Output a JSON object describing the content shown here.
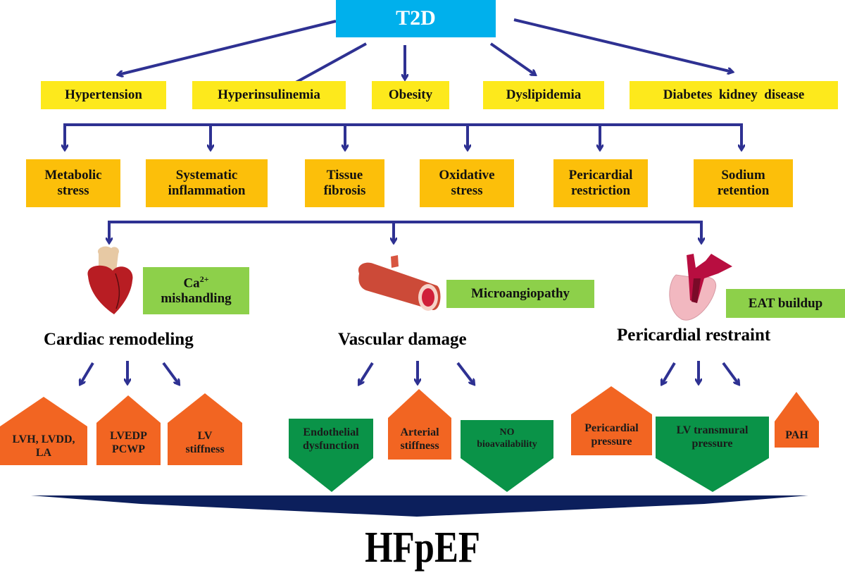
{
  "root": {
    "label": "T2D"
  },
  "comorbidities": [
    {
      "label": "Hypertension"
    },
    {
      "label": "Hyperinsulinemia"
    },
    {
      "label": "Obesity"
    },
    {
      "label": "Dyslipidemia"
    },
    {
      "label": "Diabetes  kidney  disease"
    }
  ],
  "mechanisms": [
    {
      "line1": "Metabolic",
      "line2": "stress"
    },
    {
      "line1": "Systematic",
      "line2": "inflammation"
    },
    {
      "line1": "Tissue",
      "line2": "fibrosis"
    },
    {
      "line1": "Oxidative",
      "line2": "stress"
    },
    {
      "line1": "Pericardial",
      "line2": "restriction"
    },
    {
      "line1": "Sodium",
      "line2": "retention"
    }
  ],
  "pathways": [
    {
      "title": "Cardiac remodeling",
      "icon": "heart-icon",
      "tag": {
        "base": "Ca",
        "sup": "2+",
        "line2": "mishandling"
      },
      "outcomes": [
        {
          "line1": "LVH, LVDD,",
          "line2": "LA",
          "shape": "up",
          "color": "orange"
        },
        {
          "line1": "LVEDP",
          "line2": "PCWP",
          "shape": "up",
          "color": "orange"
        },
        {
          "line1": "LV",
          "line2": "stiffness",
          "shape": "up",
          "color": "orange"
        }
      ]
    },
    {
      "title": "Vascular damage",
      "icon": "blood-vessel-icon",
      "tag": {
        "label": "Microangiopathy"
      },
      "outcomes": [
        {
          "line1": "Endothelial",
          "line2": "dysfunction",
          "shape": "down",
          "color": "green"
        },
        {
          "line1": "Arterial",
          "line2": "stiffness",
          "shape": "up",
          "color": "orange"
        },
        {
          "line1": "NO",
          "line2": "bioavailability",
          "shape": "down",
          "color": "green"
        }
      ]
    },
    {
      "title": "Pericardial restraint",
      "icon": "heart-cross-section-icon",
      "tag": {
        "label": "EAT buildup"
      },
      "outcomes": [
        {
          "line1": "Pericardial",
          "line2": "pressure",
          "shape": "up",
          "color": "orange"
        },
        {
          "line1": "LV transmural",
          "line2": "pressure",
          "shape": "down",
          "color": "green"
        },
        {
          "line1": "PAH",
          "line2": "",
          "shape": "up",
          "color": "orange"
        }
      ]
    }
  ],
  "final": {
    "label": "HFpEF"
  },
  "colors": {
    "arrow": "#2e3192",
    "t2d": "#00b0ec",
    "comorbidity": "#fde91c",
    "mechanism": "#fcbf0a",
    "tag": "#8dd04a",
    "increase": "#f26522",
    "decrease": "#0a9348",
    "banner": "#0c1f5c"
  }
}
